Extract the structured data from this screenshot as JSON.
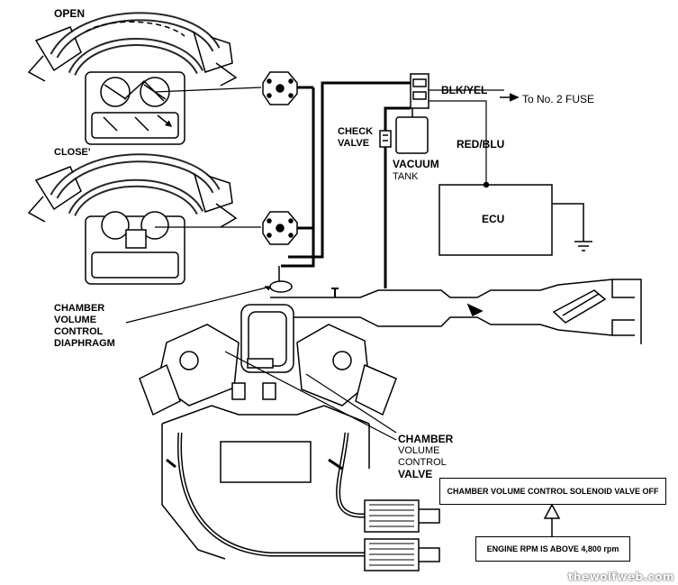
{
  "labels": {
    "open": "OPEN",
    "close": "CLOSE'",
    "blk_yel": "BLK/YEL",
    "to_fuse": "To No. 2 FUSE",
    "check_valve_1": "CHECK",
    "check_valve_2": "VALVE",
    "vacuum_tank_1": "VACUUM",
    "vacuum_tank_2": "TANK",
    "red_blu": "RED/BLU",
    "ecu": "ECU",
    "diaphragm_1": "CHAMBER",
    "diaphragm_2": "VOLUME",
    "diaphragm_3": "CONTROL",
    "diaphragm_4": "DIAPHRAGM",
    "valve_1": "CHAMBER",
    "valve_2": "VOLUME",
    "valve_3": "CONTROL",
    "valve_4": "VALVE"
  },
  "flow": {
    "solenoid_state": "CHAMBER VOLUME CONTROL SOLENOID VALVE OFF",
    "condition": "ENGINE RPM IS ABOVE 4,800 rpm"
  },
  "watermark": "thewolfweb.com"
}
